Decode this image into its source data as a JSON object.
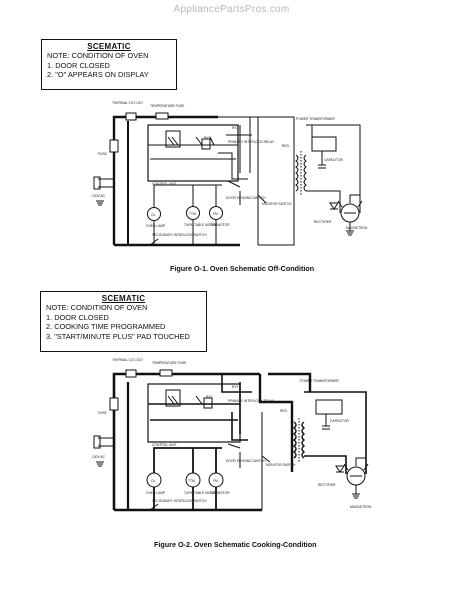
{
  "watermark": "AppliancePartsPros.com",
  "figure1": {
    "note_title": "SCEMATIC",
    "note_lines": [
      "NOTE: CONDITION OF OVEN",
      "1. DOOR CLOSED",
      "2. \"O\" APPEARS ON DISPLAY"
    ],
    "caption": "Figure O-1. Oven Schematic Off-Condition"
  },
  "figure2": {
    "note_title": "SCEMATIC",
    "note_lines": [
      "NOTE: CONDITION OF OVEN",
      "1. DOOR CLOSED",
      "2. COOKING TIME PROGRAMMED",
      "3. \"START/MINUTE PLUS\" PAD TOUCHED"
    ],
    "caption": "Figure O-2. Oven Schematic Cooking-Condition"
  },
  "labels": {
    "thermal_cutout": "THERMAL CUT-OUT",
    "temperature_fuse": "TEMPERATURE FUSE",
    "fuse": "FUSE",
    "power_plug": "120V AC",
    "control_unit": "CONTROL UNIT",
    "oven_lamp_tag": "OL",
    "turntable_tag": "TTM",
    "fan_tag": "FM",
    "oven_lamp": "OVEN LAMP",
    "turntable_motor": "TURN TABLE MOTOR",
    "fan_motor": "FAN MOTOR",
    "secondary_switch": "SECONDARY INTERLOCK SWITCH",
    "primary_relay": "PRIMARY INTERLOCK RELAY",
    "door_sensing": "DOOR SENSING SWITCH",
    "monitor_switch": "MONITOR SWITCH",
    "power_transformer": "POWER TRANSFORMER",
    "capacitor": "CAPACITOR",
    "rectifier": "RECTIFIER",
    "magnetron": "MAGNETRON",
    "red": "RED",
    "ry1": "RY1",
    "ry2": "RY2"
  }
}
